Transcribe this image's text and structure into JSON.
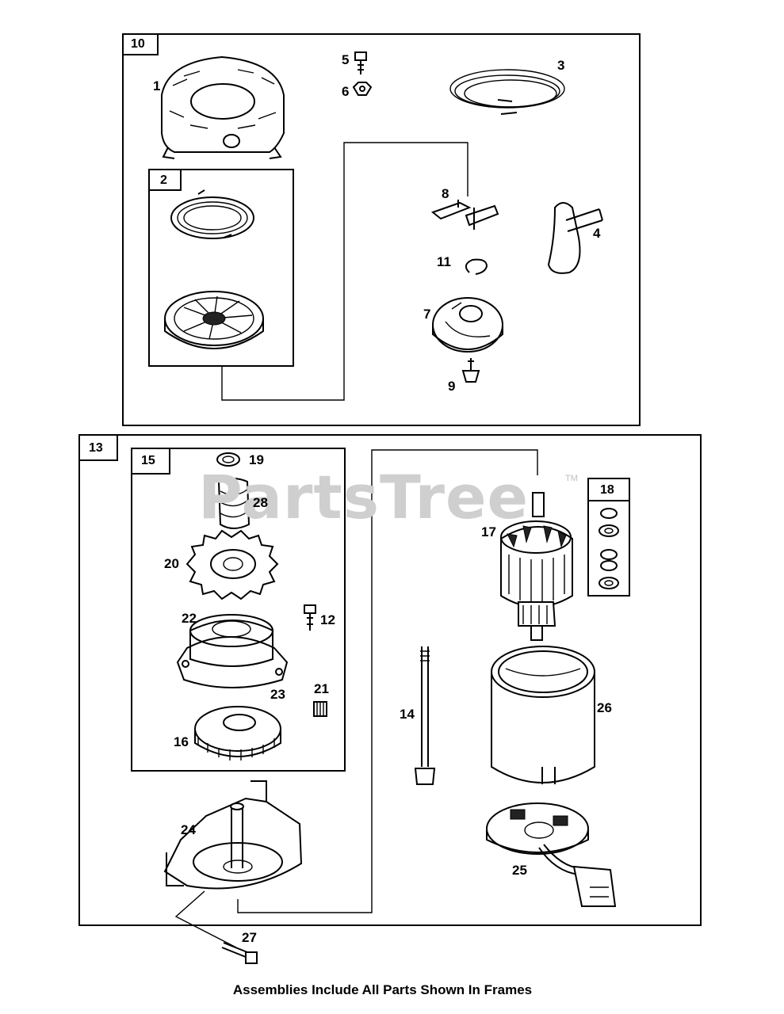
{
  "watermark": {
    "text": "PartsTree",
    "tm": "TM"
  },
  "frames": [
    {
      "id": "10",
      "label": "10"
    },
    {
      "id": "2",
      "label": "2"
    },
    {
      "id": "13",
      "label": "13"
    },
    {
      "id": "15",
      "label": "15"
    },
    {
      "id": "18",
      "label": "18"
    }
  ],
  "callouts": {
    "c1": "1",
    "c2": "2",
    "c3": "3",
    "c4": "4",
    "c5": "5",
    "c6": "6",
    "c7": "7",
    "c8": "8",
    "c9": "9",
    "c11": "11",
    "c12": "12",
    "c14": "14",
    "c16": "16",
    "c17": "17",
    "c19": "19",
    "c20": "20",
    "c21": "21",
    "c22": "22",
    "c23": "23",
    "c24": "24",
    "c25": "25",
    "c26": "26",
    "c27": "27",
    "c28": "28"
  },
  "footer": "Assemblies Include All Parts Shown In Frames"
}
